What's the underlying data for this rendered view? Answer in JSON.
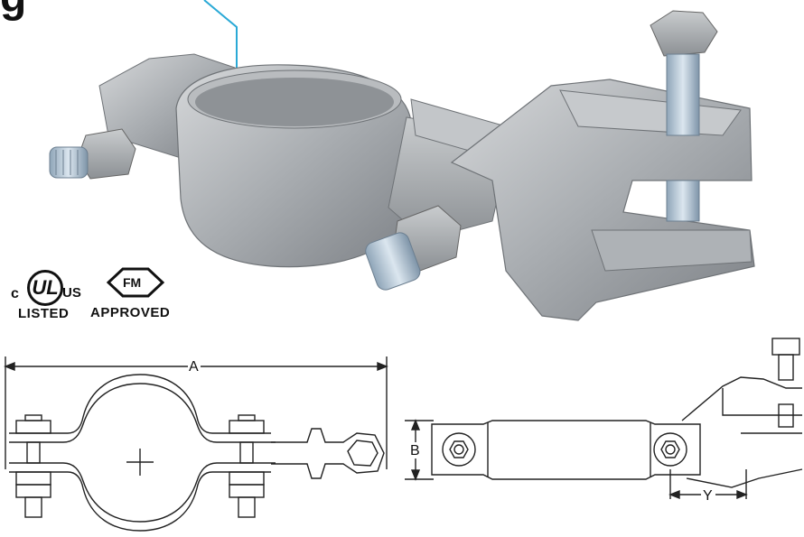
{
  "heading_fragment": "g",
  "certifications": {
    "ul_prefix": "c",
    "ul_mark": "UL",
    "ul_suffix": "US",
    "ul_status": "LISTED",
    "fm_mark": "FM",
    "fm_status": "APPROVED"
  },
  "dimensions": {
    "a": "A",
    "b": "B",
    "y": "Y"
  }
}
